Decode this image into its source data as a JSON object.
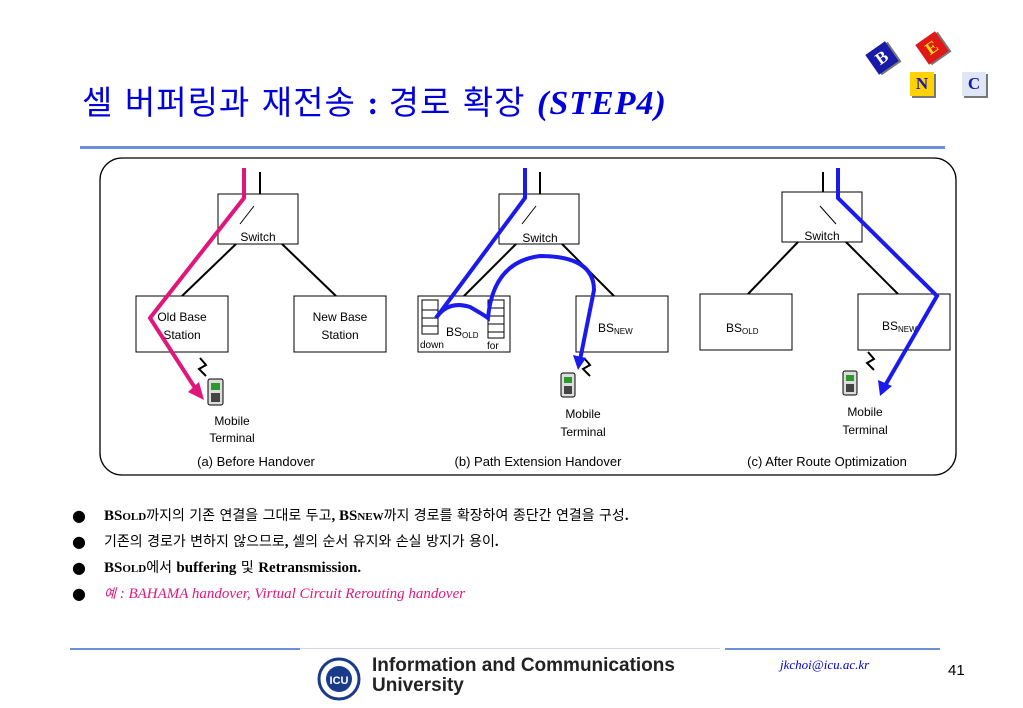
{
  "title": {
    "main": "셀 버퍼링과 재전송 ",
    "colon": ": ",
    "rest": "경로 확장 ",
    "step": "(STEP4)"
  },
  "logo": {
    "letters": [
      "B",
      "E",
      "N",
      "C"
    ]
  },
  "diagram": {
    "switch_label": "Switch",
    "a": {
      "old_station": [
        "Old Base",
        "Station"
      ],
      "new_station": [
        "New  Base",
        "Station"
      ],
      "terminal": [
        "Mobile",
        "Terminal"
      ],
      "caption": "(a) Before Handover"
    },
    "b": {
      "bs_old": "BS",
      "bs_old_sub": "OLD",
      "bs_new": "BS",
      "bs_new_sub": "NEW",
      "down": "down",
      "for": "for",
      "terminal": [
        "Mobile",
        "Terminal"
      ],
      "caption": "(b) Path Extension Handover"
    },
    "c": {
      "bs_old": "BS",
      "bs_old_sub": "OLD",
      "bs_new": "BS",
      "bs_new_sub": "NEW",
      "terminal": [
        "Mobile",
        "Terminal"
      ],
      "caption": "(c) After Route Optimization"
    },
    "colors": {
      "old_path": "#e0167a",
      "new_path": "#1a1aee"
    }
  },
  "bullets": [
    {
      "b1": "BS",
      "s1": "OLD",
      "t1": "까지의 기존 연결을 그대로 두고",
      "t1c": ", ",
      "b2": "BS",
      "s2": "NEW",
      "t2": "까지 경로를 확장하여 종단간 연결을 구성",
      "t2e": "."
    },
    {
      "t": "기존의 경로가 변하지 않으므로",
      "tc": ", ",
      "t2": "셀의 순서 유지와 손실 방지가 용이",
      "te": "."
    },
    {
      "b1": "BS",
      "s1": "OLD",
      "t1": "에서 ",
      "b2": "buffering",
      "t2": " 및 ",
      "b3": "Retransmission."
    },
    {
      "ex_k": "예",
      "ex": " : BAHAMA handover, Virtual Circuit Rerouting handover"
    }
  ],
  "footer": {
    "logo_text": "ICU",
    "institution": [
      "Information and Communications",
      "University"
    ],
    "email": "jkchoi@icu.ac.kr",
    "page": "41"
  }
}
